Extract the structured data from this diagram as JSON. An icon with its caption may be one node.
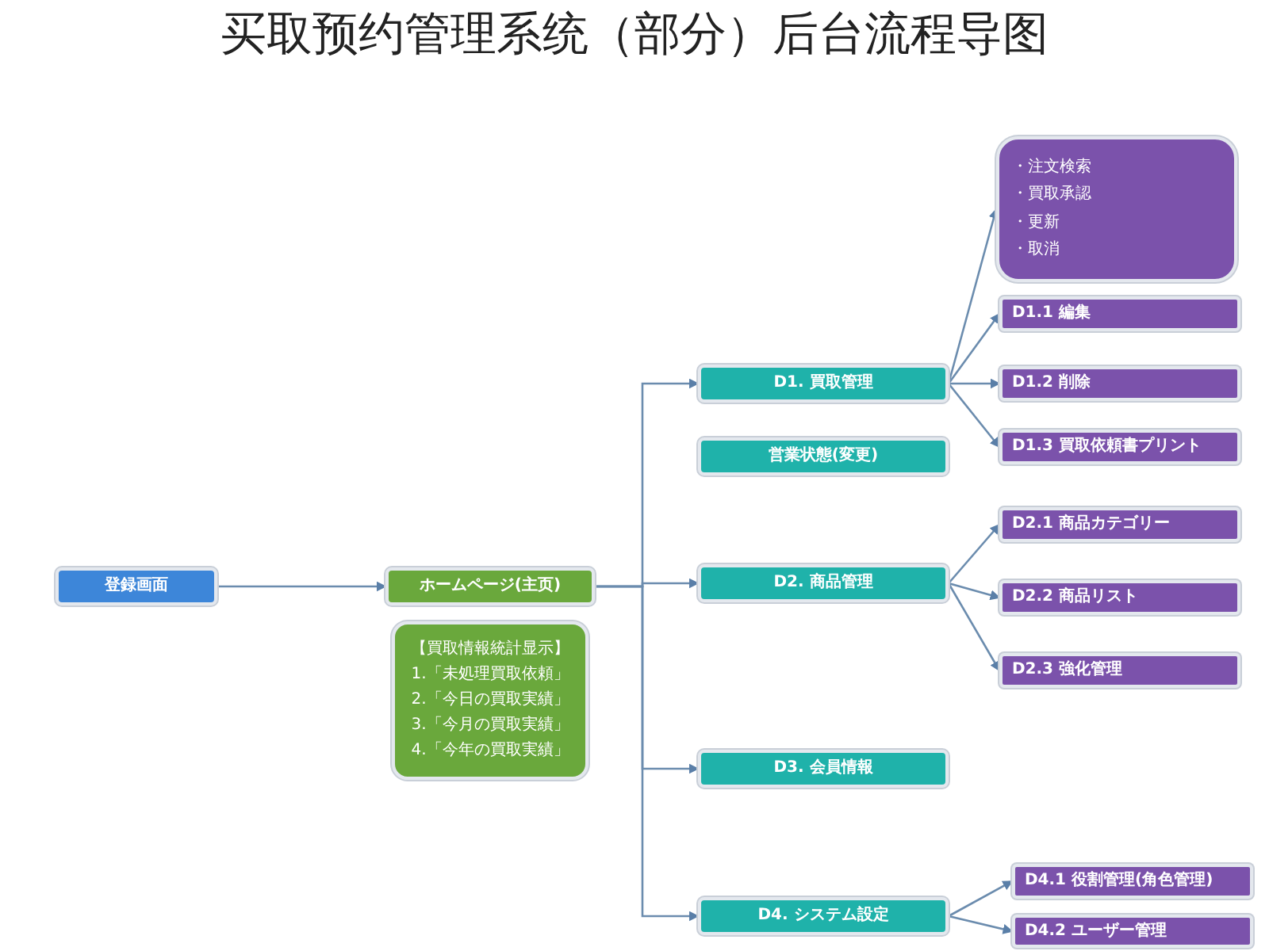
{
  "diagram": {
    "title": "买取预约管理系统（部分）后台流程导图",
    "nodes": [
      {
        "text": [
          "登録画面"
        ]
      },
      {
        "text": [
          "ホームページ(主页)"
        ]
      },
      {
        "text": [
          "【買取情報統計显示】",
          "1.「未処理買取依頼」",
          "2.「今日の買取実績」",
          "3.「今月の買取実績」",
          "4.「今年の買取実績」"
        ]
      },
      {
        "text": [
          "D1. 買取管理"
        ]
      },
      {
        "text": [
          "営業状態(変更)"
        ]
      },
      {
        "text": [
          "D2. 商品管理"
        ]
      },
      {
        "text": [
          "D3. 会員情報"
        ]
      },
      {
        "text": [
          "D4. システム設定"
        ]
      },
      {
        "text": [
          "・注文検索",
          "・買取承認",
          "・更新",
          "・取消"
        ]
      },
      {
        "text": [
          "D1.1 編集"
        ]
      },
      {
        "text": [
          "D1.2 削除"
        ]
      },
      {
        "text": [
          "D1.3 買取依頼書プリント"
        ]
      },
      {
        "text": [
          "D2.1 商品カテゴリー"
        ]
      },
      {
        "text": [
          "D2.2 商品リスト"
        ]
      },
      {
        "text": [
          "D2.3 強化管理"
        ]
      },
      {
        "text": [
          "D4.1 役割管理(角色管理)"
        ]
      },
      {
        "text": [
          "D4.2 ユーザー管理"
        ]
      }
    ],
    "edges": [
      {
        "from": 0,
        "to": 1,
        "arrow": "to"
      },
      {
        "from": 1,
        "to": 3,
        "arrow": "to"
      },
      {
        "from": 1,
        "to": 5,
        "arrow": "to"
      },
      {
        "from": 1,
        "to": 6,
        "arrow": "to"
      },
      {
        "from": 1,
        "to": 7,
        "arrow": "to"
      },
      {
        "from": 3,
        "to": 8,
        "arrow": "to"
      },
      {
        "from": 3,
        "to": 9,
        "arrow": "to"
      },
      {
        "from": 3,
        "to": 10,
        "arrow": "to"
      },
      {
        "from": 3,
        "to": 11,
        "arrow": "to"
      },
      {
        "from": 5,
        "to": 12,
        "arrow": "to"
      },
      {
        "from": 5,
        "to": 13,
        "arrow": "to"
      },
      {
        "from": 5,
        "to": 14,
        "arrow": "to"
      },
      {
        "from": 7,
        "to": 15,
        "arrow": "to"
      },
      {
        "from": 7,
        "to": 16,
        "arrow": "to"
      }
    ]
  }
}
